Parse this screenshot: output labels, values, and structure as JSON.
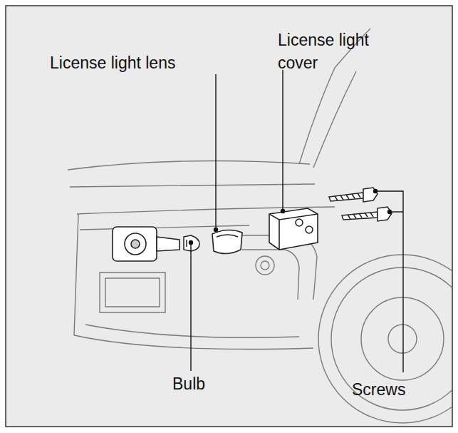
{
  "diagram": {
    "labels": [
      "License light lens",
      "License light cover",
      "Bulb",
      "Screws"
    ]
  }
}
